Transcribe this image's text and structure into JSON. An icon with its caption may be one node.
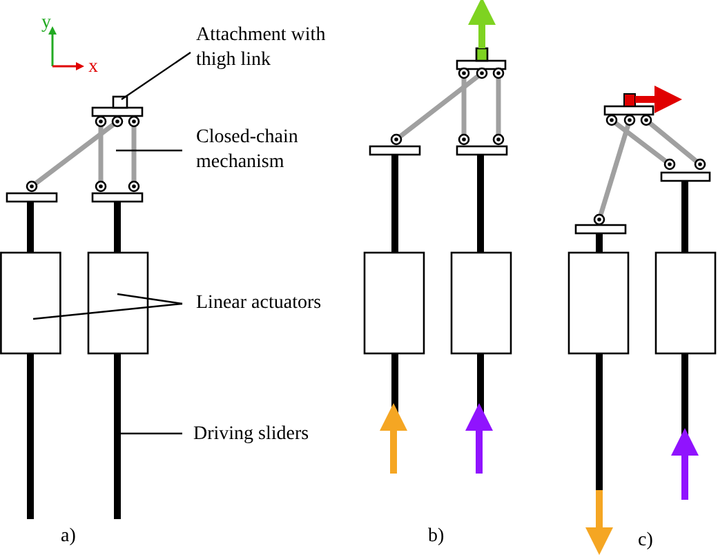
{
  "diagram": {
    "nodes": [
      {
        "text": [
          "Attachment with thigh link"
        ]
      },
      {
        "text": [],
        "shape": "box"
      },
      {
        "text": [
          "Closed-chain mechanism"
        ]
      },
      {
        "text": [
          "Linear actuators"
        ]
      },
      {
        "text": [],
        "shape": "box"
      },
      {
        "text": [],
        "shape": "box"
      },
      {
        "text": [
          "Driving sliders"
        ]
      },
      {
        "text": [],
        "shape": "bar"
      }
    ],
    "edges": [
      {
        "from": 0,
        "to": 1,
        "arrow": "none"
      },
      {
        "from": 2,
        "to": null,
        "arrow": "none"
      },
      {
        "from": 3,
        "to": 4,
        "arrow": "none"
      },
      {
        "from": 3,
        "to": 5,
        "arrow": "none"
      },
      {
        "from": 6,
        "to": 7,
        "arrow": "none"
      }
    ],
    "labels": [
      "y",
      "x",
      "a)",
      "b)",
      "c)"
    ]
  }
}
